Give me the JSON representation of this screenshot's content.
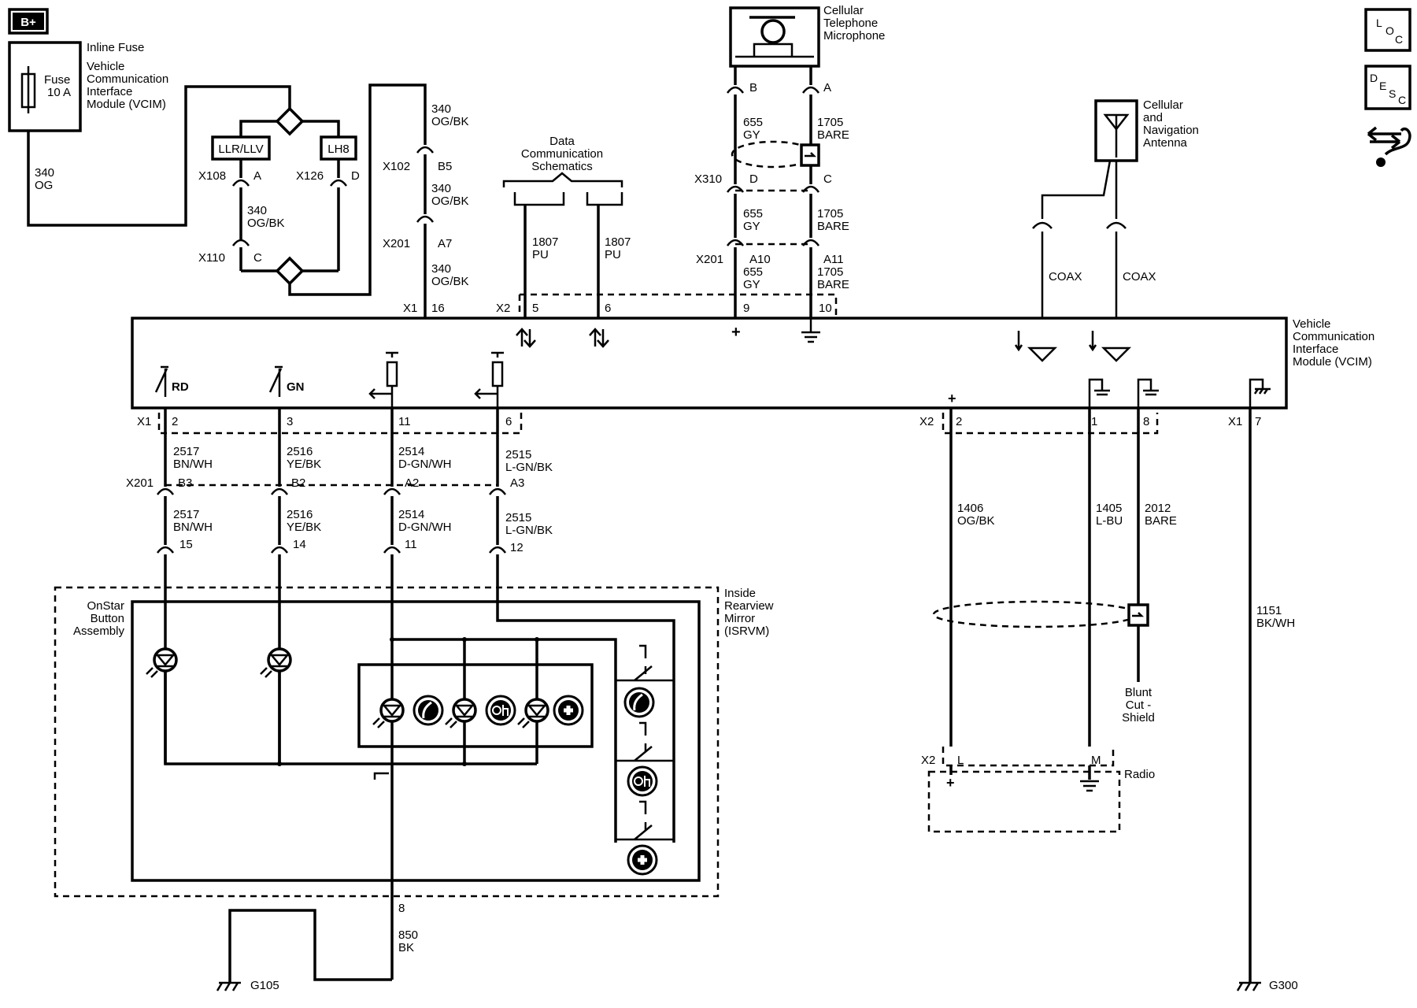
{
  "badge": "B+",
  "inline_fuse": {
    "title": "Inline Fuse",
    "fuse": "Fuse",
    "rating": "10 A",
    "desc": [
      "Vehicle",
      "Communication",
      "Interface",
      "Module (VCIM)"
    ],
    "wire": [
      "340",
      "OG"
    ]
  },
  "relays": {
    "left": "LLR/LLV",
    "right": "LH8"
  },
  "conn_x108": {
    "name": "X108",
    "pin": "A"
  },
  "conn_x126": {
    "name": "X126",
    "pin": "D"
  },
  "conn_x110": {
    "name": "X110",
    "pin": "C"
  },
  "wire_340_mid": [
    "340",
    "OG/BK"
  ],
  "x102": {
    "name": "X102",
    "pin": "B5"
  },
  "x201_a7": {
    "name": "X201",
    "pin": "A7"
  },
  "wire_340_top": [
    "340",
    "OG/BK"
  ],
  "wire_340_b": [
    "340",
    "OG/BK"
  ],
  "wire_340_c": [
    "340",
    "OG/BK"
  ],
  "x1_16": {
    "name": "X1",
    "pin": "16",
    "label": "B+"
  },
  "data_comm": [
    "Data",
    "Communication",
    "Schematics"
  ],
  "wire_1807_a": [
    "1807",
    "PU"
  ],
  "wire_1807_b": [
    "1807",
    "PU"
  ],
  "x2_top": {
    "name": "X2",
    "pin5": "5",
    "pin6": "6",
    "pin9": "9",
    "pin10": "10"
  },
  "microphone": [
    "Cellular",
    "Telephone",
    "Microphone"
  ],
  "mic_pins": {
    "b": "B",
    "a": "A"
  },
  "wire_655_a": [
    "655",
    "GY"
  ],
  "wire_1705_a": [
    "1705",
    "BARE"
  ],
  "x310": {
    "name": "X310",
    "d": "D",
    "c": "C"
  },
  "wire_655_b": [
    "655",
    "GY"
  ],
  "wire_1705_b": [
    "1705",
    "BARE"
  ],
  "x201_top": {
    "name": "X201",
    "a10": "A10",
    "a11": "A11"
  },
  "wire_655_c": [
    "655",
    "GY"
  ],
  "wire_1705_c": [
    "1705",
    "BARE"
  ],
  "antenna": [
    "Cellular",
    "and",
    "Navigation",
    "Antenna"
  ],
  "coax_a": "COAX",
  "coax_b": "COAX",
  "vcim": [
    "Vehicle",
    "Communication",
    "Interface",
    "Module (VCIM)"
  ],
  "nav_icons": {
    "loc": [
      "L",
      "O",
      "C"
    ],
    "desc": [
      "D",
      "E",
      "S",
      "C"
    ]
  },
  "vcim_inner": {
    "rd": "RD",
    "gn": "GN",
    "plus": "+"
  },
  "x1_bottom": {
    "name": "X1",
    "p2": "2",
    "p3": "3",
    "p11": "11",
    "p6": "6"
  },
  "x2_bottom": {
    "name": "X2",
    "p2": "2",
    "p1": "1",
    "p8": "8"
  },
  "x1_7": {
    "name": "X1",
    "pin": "7"
  },
  "wires_upper": [
    [
      "2517",
      "BN/WH"
    ],
    [
      "2516",
      "YE/BK"
    ],
    [
      "2514",
      "D-GN/WH"
    ],
    [
      "2515",
      "L-GN/BK"
    ]
  ],
  "x201_bottom": {
    "name": "X201",
    "pins": [
      "B3",
      "B2",
      "A2",
      "A3"
    ]
  },
  "wires_lower": [
    [
      "2517",
      "BN/WH"
    ],
    [
      "2516",
      "YE/BK"
    ],
    [
      "2514",
      "D-GN/WH"
    ],
    [
      "2515",
      "L-GN/BK"
    ]
  ],
  "mirror_pins": [
    "15",
    "14",
    "11",
    "12"
  ],
  "onstar": [
    "OnStar",
    "Button",
    "Assembly"
  ],
  "mirror": [
    "Inside",
    "Rearview",
    "Mirror",
    "(ISRVM)"
  ],
  "wire_1406": [
    "1406",
    "OG/BK"
  ],
  "wire_1405": [
    "1405",
    "L-BU"
  ],
  "wire_2012": [
    "2012",
    "BARE"
  ],
  "wire_1151": [
    "1151",
    "BK/WH"
  ],
  "blunt": [
    "Blunt",
    "Cut -",
    "Shield"
  ],
  "radio": {
    "name": "Radio",
    "conn": "X2",
    "l": "L",
    "m": "M"
  },
  "ground_mirror_pin": "8",
  "wire_850": [
    "850",
    "BK"
  ],
  "g105": "G105",
  "g300": "G300"
}
